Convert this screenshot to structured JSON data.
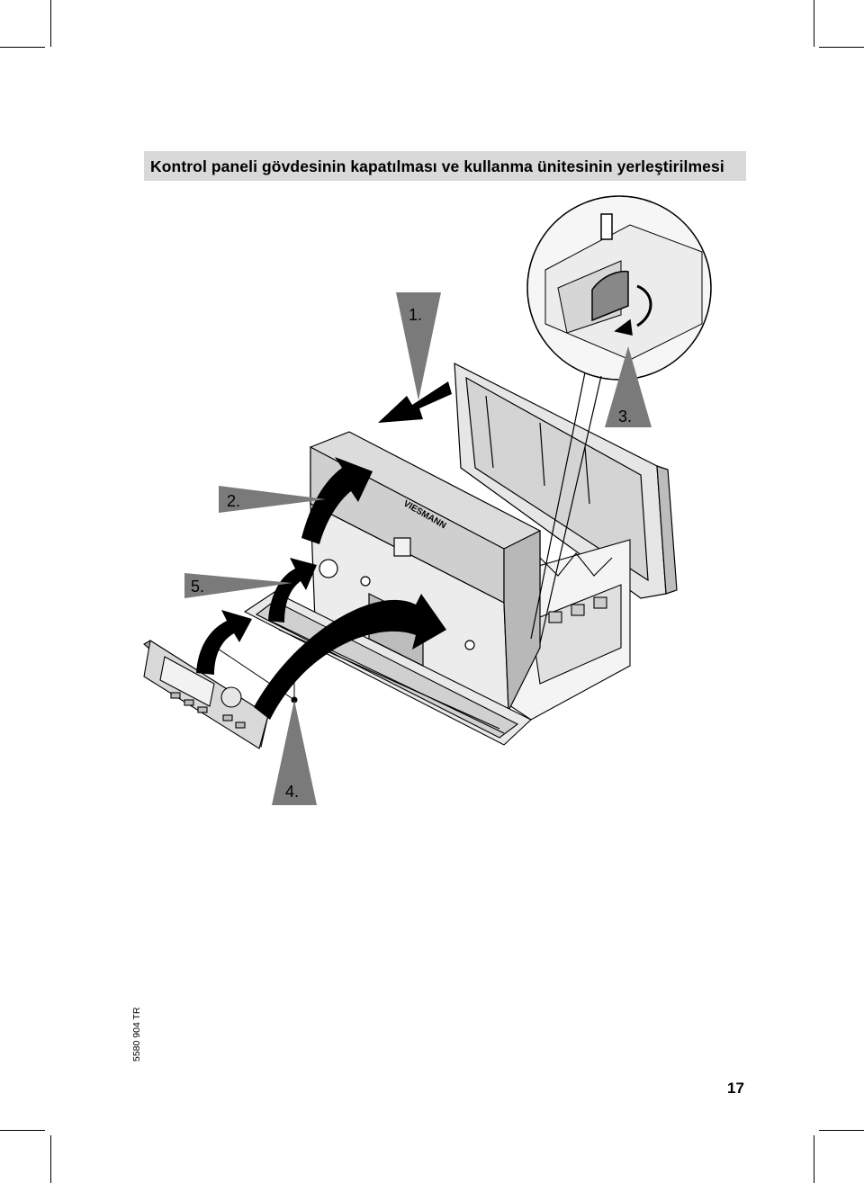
{
  "header": {
    "title": "Kontrol paneli gövdesinin kapatılması ve kullanma ünitesinin yerleştirilmesi"
  },
  "illustration": {
    "step_labels": [
      "1.",
      "2.",
      "3.",
      "4.",
      "5."
    ],
    "brand_mark": "VIESMANN"
  },
  "footer": {
    "document_code": "5580 904 TR",
    "page_number": "17"
  }
}
